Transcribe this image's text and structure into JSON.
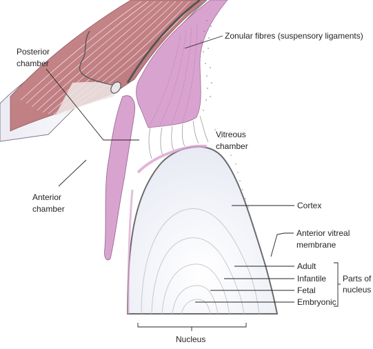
{
  "labels": {
    "posterior_chamber": [
      "Posterior",
      "chamber"
    ],
    "zonular_fibres": "Zonular fibres (suspensory ligaments)",
    "vitreous_chamber": [
      "Vitreous",
      "chamber"
    ],
    "anterior_chamber": [
      "Anterior",
      "chamber"
    ],
    "cortex": "Cortex",
    "anterior_vitreal_membrane": [
      "Anterior vitreal",
      "membrane"
    ],
    "adult": "Adult",
    "infantile": "Infantile",
    "fetal": "Fetal",
    "embryonic": "Embryonic",
    "parts_of_nucleus": [
      "Parts of",
      "nucleus"
    ],
    "nucleus": "Nucleus"
  },
  "colors": {
    "iris_tissue": "#d9a3cf",
    "ciliary_muscle": "#c98a8d",
    "lens": "#eef0f7",
    "outline": "#555555"
  }
}
